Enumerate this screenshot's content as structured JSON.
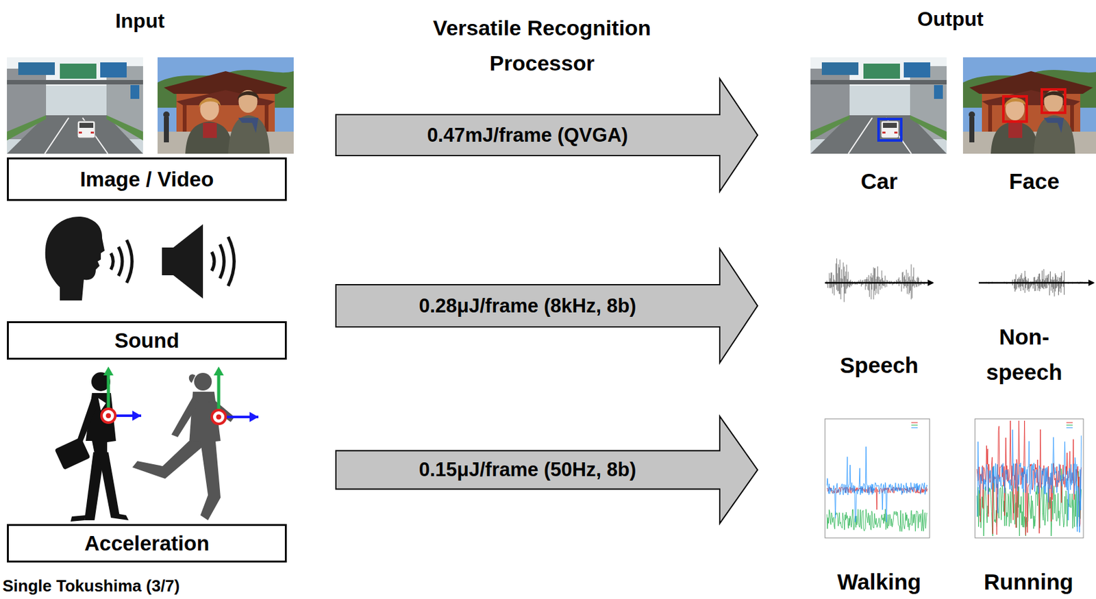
{
  "diagram": {
    "nodes": [
      {
        "text": [
          "Image / Video"
        ]
      },
      {
        "text": [
          "0.47mJ/frame (QVGA)"
        ]
      },
      {
        "text": [
          "Sound"
        ]
      },
      {
        "text": [
          "0.28μJ/frame (8kHz, 8b)"
        ]
      },
      {
        "text": [
          "Acceleration"
        ]
      },
      {
        "text": [
          "0.15μJ/frame (50Hz, 8b)"
        ]
      }
    ],
    "labels": [
      "Input",
      "Versatile Recognition Processor",
      "Output",
      "Car",
      "Face",
      "Speech",
      "Non-speech",
      "Walking",
      "Running",
      "Single Tokushima (3/7)"
    ]
  }
}
